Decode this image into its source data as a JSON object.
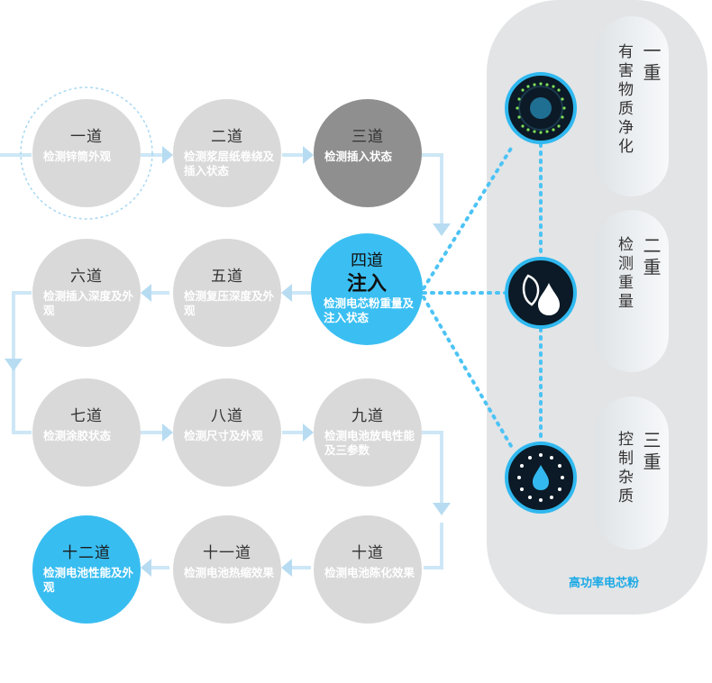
{
  "nodes": [
    {
      "id": "n1",
      "title": "一道",
      "desc": "检测锌筒外观"
    },
    {
      "id": "n2",
      "title": "二道",
      "desc": "检测浆层纸卷绕及插入状态"
    },
    {
      "id": "n3",
      "title": "三道",
      "desc": "检测插入状态"
    },
    {
      "id": "n5",
      "title": "五道",
      "desc": "检测复压深度及外观"
    },
    {
      "id": "n6",
      "title": "六道",
      "desc": "检测插入深度及外观"
    },
    {
      "id": "n7",
      "title": "七道",
      "desc": "检测涂胶状态"
    },
    {
      "id": "n8",
      "title": "八道",
      "desc": "检测尺寸及外观"
    },
    {
      "id": "n9",
      "title": "九道",
      "desc": "检测电池放电性能及三参数"
    },
    {
      "id": "n10",
      "title": "十道",
      "desc": "检测电池陈化效果"
    },
    {
      "id": "n11",
      "title": "十一道",
      "desc": "检测电池热缩效果"
    },
    {
      "id": "n12",
      "title": "十二道",
      "desc": "检测电池性能及外观"
    }
  ],
  "center": {
    "title": "四道",
    "subtitle": "注入",
    "desc": "检测电芯粉重量及注入状态"
  },
  "panel": {
    "title": "高功率电芯粉",
    "layers": [
      {
        "level": "一重",
        "text": "有害物质净化",
        "icon": "purify-ring-icon"
      },
      {
        "level": "二重",
        "text": "检测重量",
        "icon": "water-drop-icon"
      },
      {
        "level": "三重",
        "text": "控制杂质",
        "icon": "drop-in-dotted-ring-icon"
      }
    ]
  },
  "colors": {
    "accent": "#38bdf1",
    "gray": "#d9d9d9",
    "dark": "#8f8f8f",
    "panel": "#e3e3e3",
    "icon_bg": "#0d1f2d"
  }
}
